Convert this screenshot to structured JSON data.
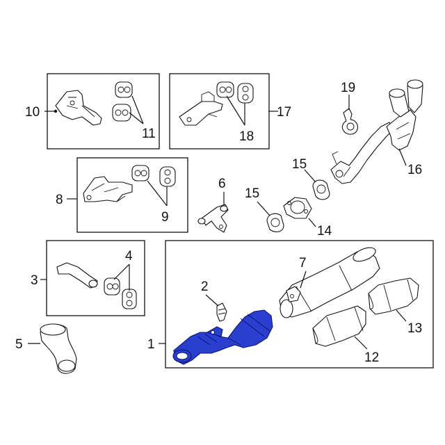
{
  "callouts": {
    "c1": "1",
    "c2": "2",
    "c3": "3",
    "c4": "4",
    "c5": "5",
    "c6": "6",
    "c7": "7",
    "c8": "8",
    "c9": "9",
    "c10": "10",
    "c11": "11",
    "c12": "12",
    "c13": "13",
    "c14": "14",
    "c15a": "15",
    "c15b": "15",
    "c16": "16",
    "c17": "17",
    "c18": "18",
    "c19": "19"
  },
  "colors": {
    "highlight": "#2a3fd0",
    "line": "#111111"
  },
  "highlighted_part": "1"
}
